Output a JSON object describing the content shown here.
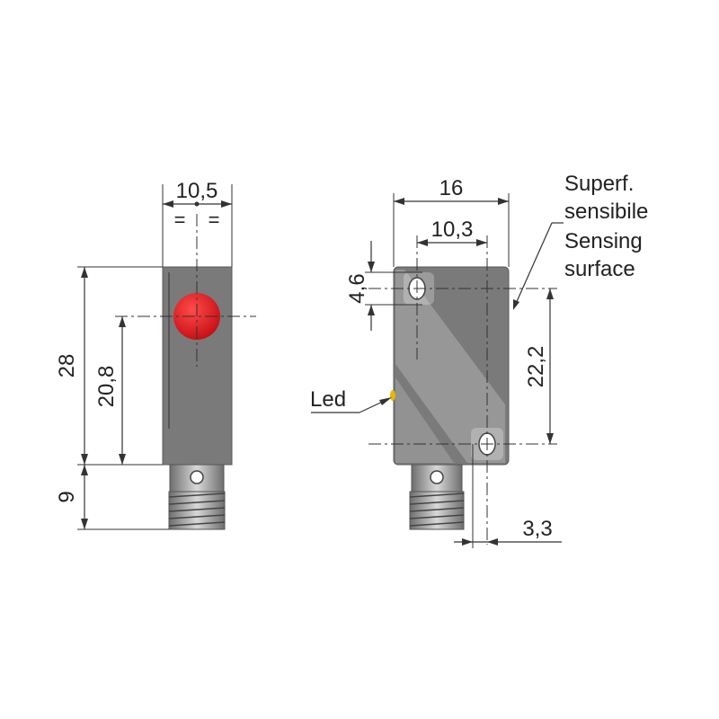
{
  "colors": {
    "body": "#777777",
    "body_edge": "#5a5a5a",
    "led_red": "#e0161b",
    "led_side": "#e6b800",
    "connector": "#9a9a9a",
    "line": "#333333"
  },
  "side_view": {
    "width_dim": "10,5",
    "equal_left": "=",
    "equal_right": "=",
    "height_dim": "28",
    "led_height_dim": "20,8",
    "connector_dim": "9"
  },
  "front_view": {
    "width_dim": "16",
    "hole_spacing_dim": "10,3",
    "hole_height_dim": "4,6",
    "vertical_spacing_dim": "22,2",
    "offset_dim": "3,3",
    "led_label": "Led",
    "sensing_label_it_1": "Superf.",
    "sensing_label_it_2": "sensibile",
    "sensing_label_en_1": "Sensing",
    "sensing_label_en_2": "surface"
  }
}
